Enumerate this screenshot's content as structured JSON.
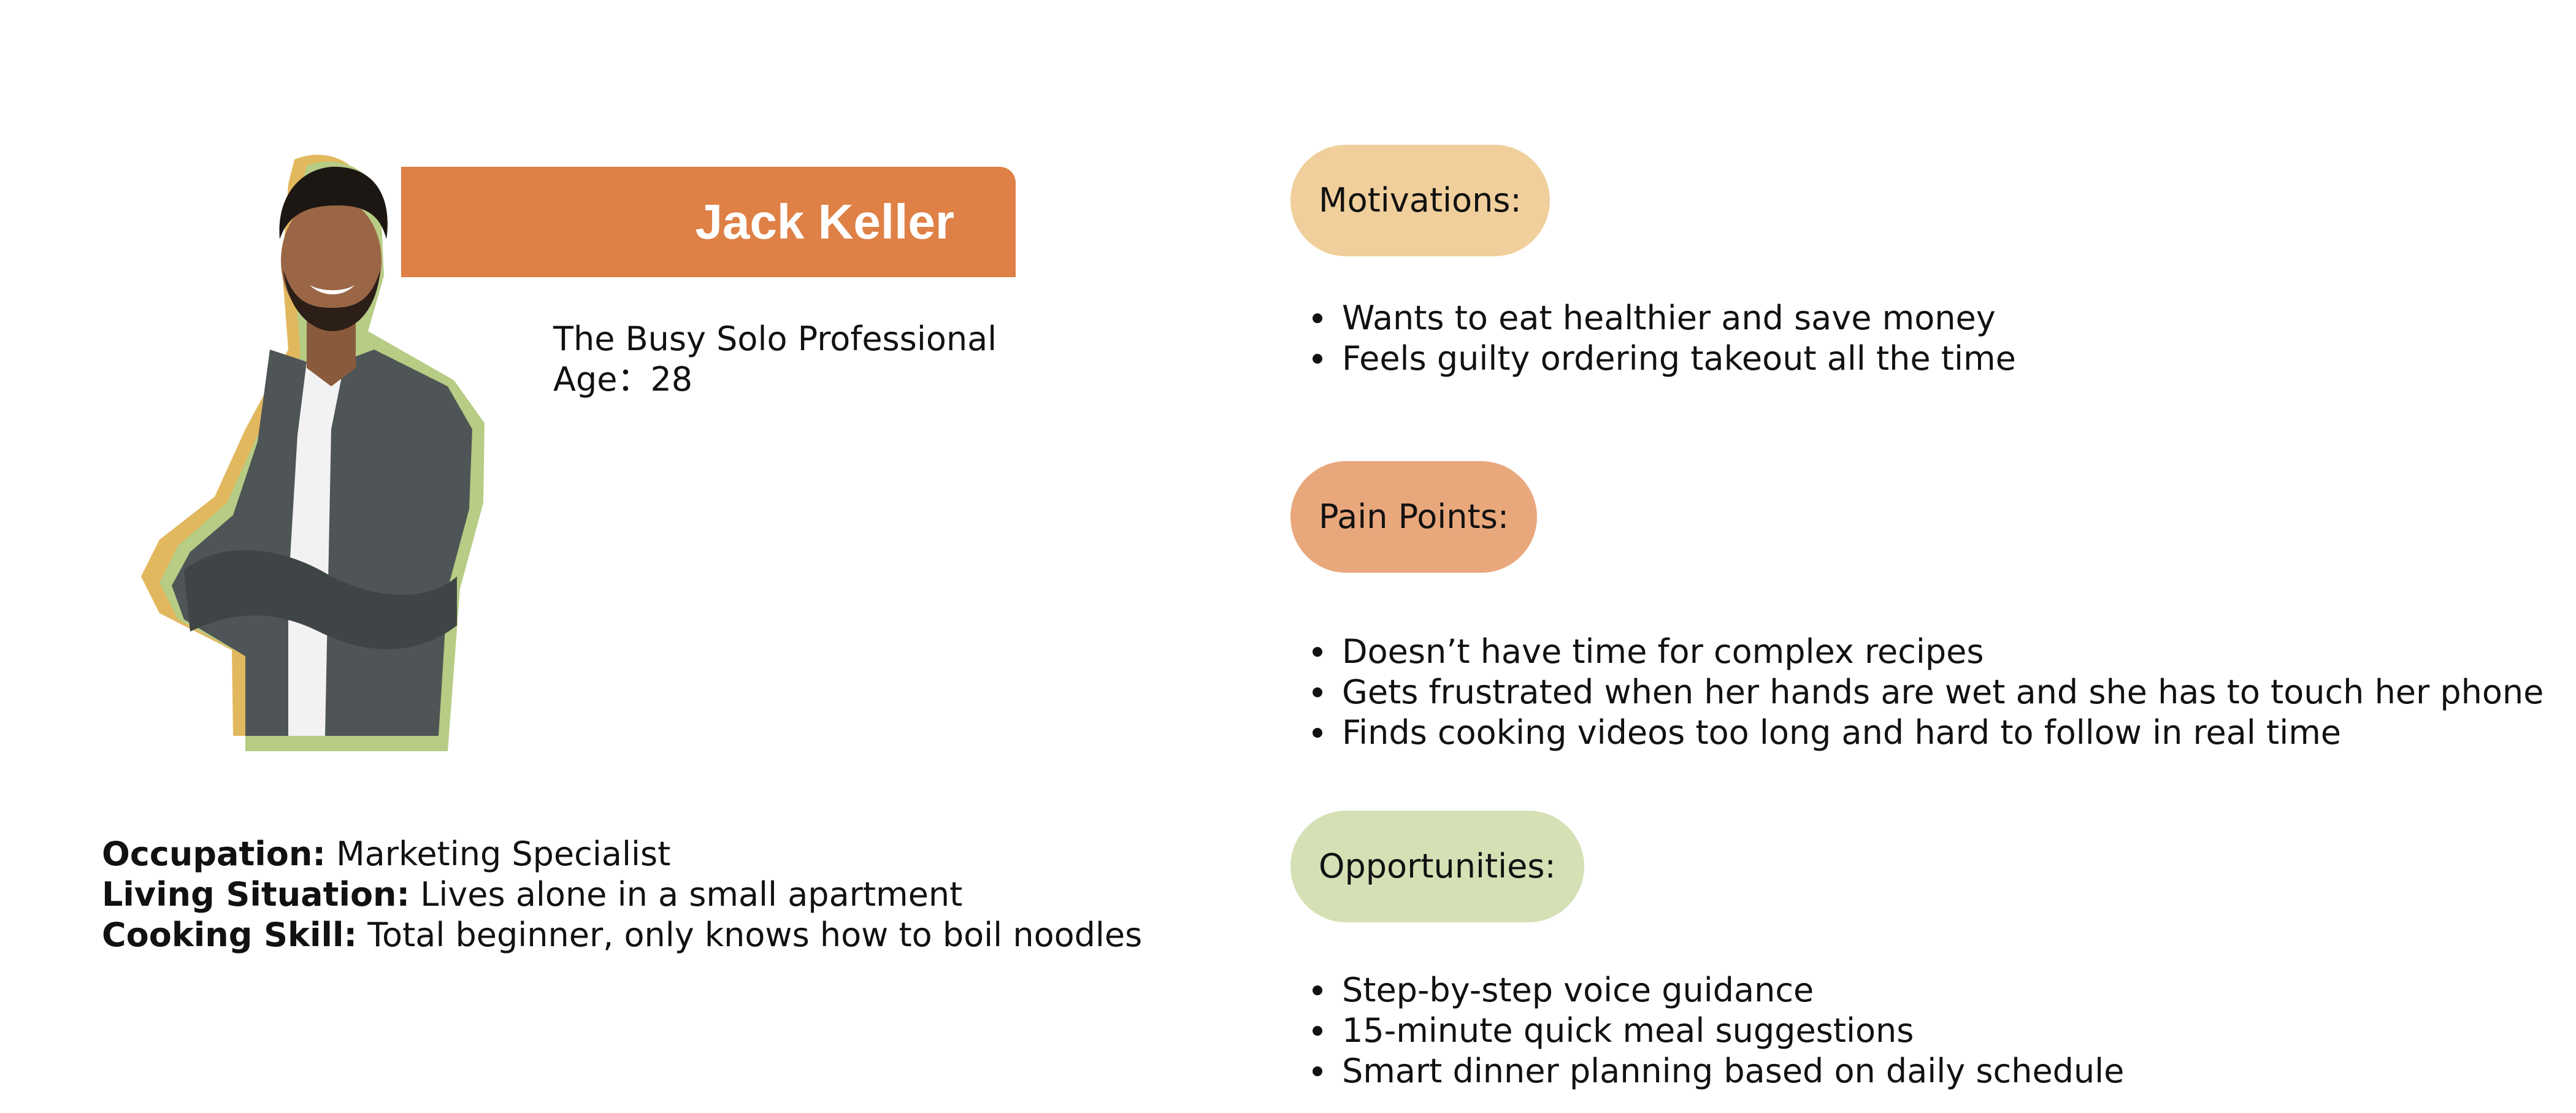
{
  "persona": {
    "name": "Jack Keller",
    "title": "The Busy Solo Professional",
    "age_line": "Age：28",
    "details": [
      {
        "label": "Occupation:",
        "value": " Marketing Specialist"
      },
      {
        "label": "Living Situation:",
        "value": " Lives alone in a small apartment"
      },
      {
        "label": "Cooking Skill:",
        "value": " Total beginner, only knows how to boil noodles"
      }
    ]
  },
  "sections": {
    "motivations": {
      "label": "Motivations:",
      "color": "#f0cf9c",
      "items": [
        "Wants to eat healthier and save money",
        "Feels guilty ordering takeout all the time"
      ]
    },
    "pain_points": {
      "label": "Pain Points:",
      "color": "#e9a77c",
      "items": [
        "Doesn’t have time for complex recipes",
        "Gets frustrated when her hands are wet and she has to touch her phone",
        "Finds cooking videos too long and hard to follow in real time"
      ]
    },
    "opportunities": {
      "label": "Opportunities:",
      "color": "#d5e0b4",
      "items": [
        "Step-by-step voice guidance",
        "15-minute quick meal suggestions",
        "Smart dinner planning based on daily schedule"
      ]
    }
  },
  "colors": {
    "banner": "#df8046",
    "outline_yellow": "#e2b85e",
    "outline_green": "#b7cc84"
  },
  "icons": {
    "portrait": "person-photo"
  }
}
